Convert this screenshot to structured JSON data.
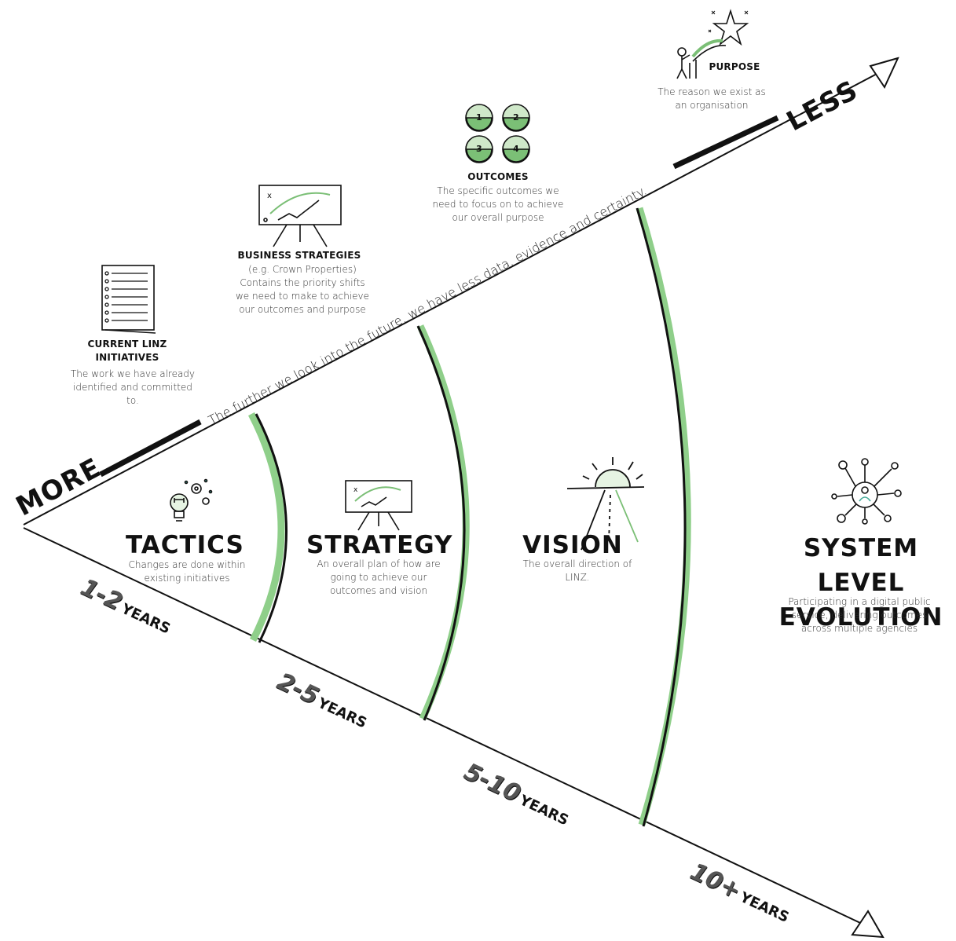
{
  "axis": {
    "more": "MORE",
    "less": "LESS",
    "certainty_text": "The further we look into the future, we have less data, evidence and certainty."
  },
  "periods": [
    {
      "number": "1-2",
      "unit": "YEARS"
    },
    {
      "number": "2-5",
      "unit": "YEARS"
    },
    {
      "number": "5-10",
      "unit": "YEARS"
    },
    {
      "number": "10+",
      "unit": "YEARS"
    }
  ],
  "stages": {
    "tactics": {
      "title": "TACTICS",
      "desc": "Changes are done within existing initiatives"
    },
    "strategy": {
      "title": "STRATEGY",
      "desc": "An overall plan of how are going to achieve our outcomes and vision"
    },
    "vision": {
      "title": "VISION",
      "desc": "The overall direction of LINZ."
    },
    "system": {
      "title": "SYSTEM LEVEL EVOLUTION",
      "desc": "Participating in a digital public service, delivering outcomes across multiple agencies"
    }
  },
  "upper": {
    "initiatives": {
      "title": "CURRENT LINZ INITIATIVES",
      "desc": "The work we have already identified and committed to."
    },
    "business": {
      "title": "BUSINESS STRATEGIES",
      "desc": "(e.g. Crown Properties) Contains the priority shifts we need to make to achieve our outcomes and purpose"
    },
    "outcomes": {
      "title": "OUTCOMES",
      "desc": "The specific outcomes we need to focus on to achieve our overall purpose",
      "badges": [
        "1",
        "2",
        "3",
        "4"
      ]
    },
    "purpose": {
      "title": "PURPOSE",
      "desc": "The reason we exist as an organisation"
    }
  },
  "colors": {
    "accent_green": "#8fcf8a",
    "ink": "#111111"
  }
}
